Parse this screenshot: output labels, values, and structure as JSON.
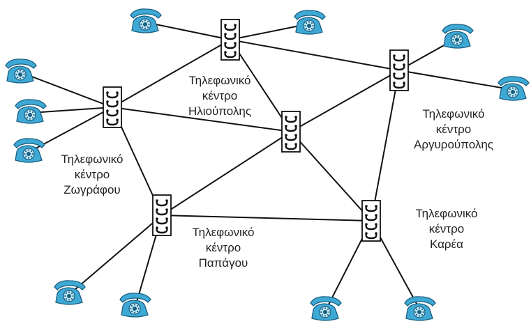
{
  "colors": {
    "line": "#111111",
    "phone_body": "#3fa9d6",
    "phone_dark": "#1b5f80",
    "exchange_fill": "#ffffff"
  },
  "icons": {
    "exchange": "telephone-exchange-icon",
    "phone": "rotary-telephone-icon"
  },
  "exchanges": [
    {
      "id": "ilioupoli",
      "label": [
        "Τηλεφωνικό",
        "κέντρο",
        "Ηλιούπολης"
      ]
    },
    {
      "id": "argyroupoli",
      "label": [
        "Τηλεφωνικό",
        "κέντρο",
        "Αργυρούπολης"
      ]
    },
    {
      "id": "zografou",
      "label": [
        "Τηλεφωνικό",
        "κέντρο",
        "Ζωγράφου"
      ]
    },
    {
      "id": "central",
      "label": []
    },
    {
      "id": "papagou",
      "label": [
        "Τηλεφωνικό",
        "κέντρο",
        "Παπάγου"
      ]
    },
    {
      "id": "karea",
      "label": [
        "Τηλεφωνικό",
        "κέντρο",
        "Καρέα"
      ]
    }
  ],
  "links": [
    [
      "ilioupoli",
      "argyroupoli"
    ],
    [
      "ilioupoli",
      "zografou"
    ],
    [
      "ilioupoli",
      "central"
    ],
    [
      "argyroupoli",
      "central"
    ],
    [
      "argyroupoli",
      "karea"
    ],
    [
      "zografou",
      "central"
    ],
    [
      "zografou",
      "papagou"
    ],
    [
      "central",
      "papagou"
    ],
    [
      "central",
      "karea"
    ],
    [
      "papagou",
      "karea"
    ]
  ],
  "phones": [
    {
      "exchange": "ilioupoli",
      "count": 2
    },
    {
      "exchange": "argyroupoli",
      "count": 2
    },
    {
      "exchange": "zografou",
      "count": 3
    },
    {
      "exchange": "papagou",
      "count": 2
    },
    {
      "exchange": "karea",
      "count": 2
    }
  ]
}
